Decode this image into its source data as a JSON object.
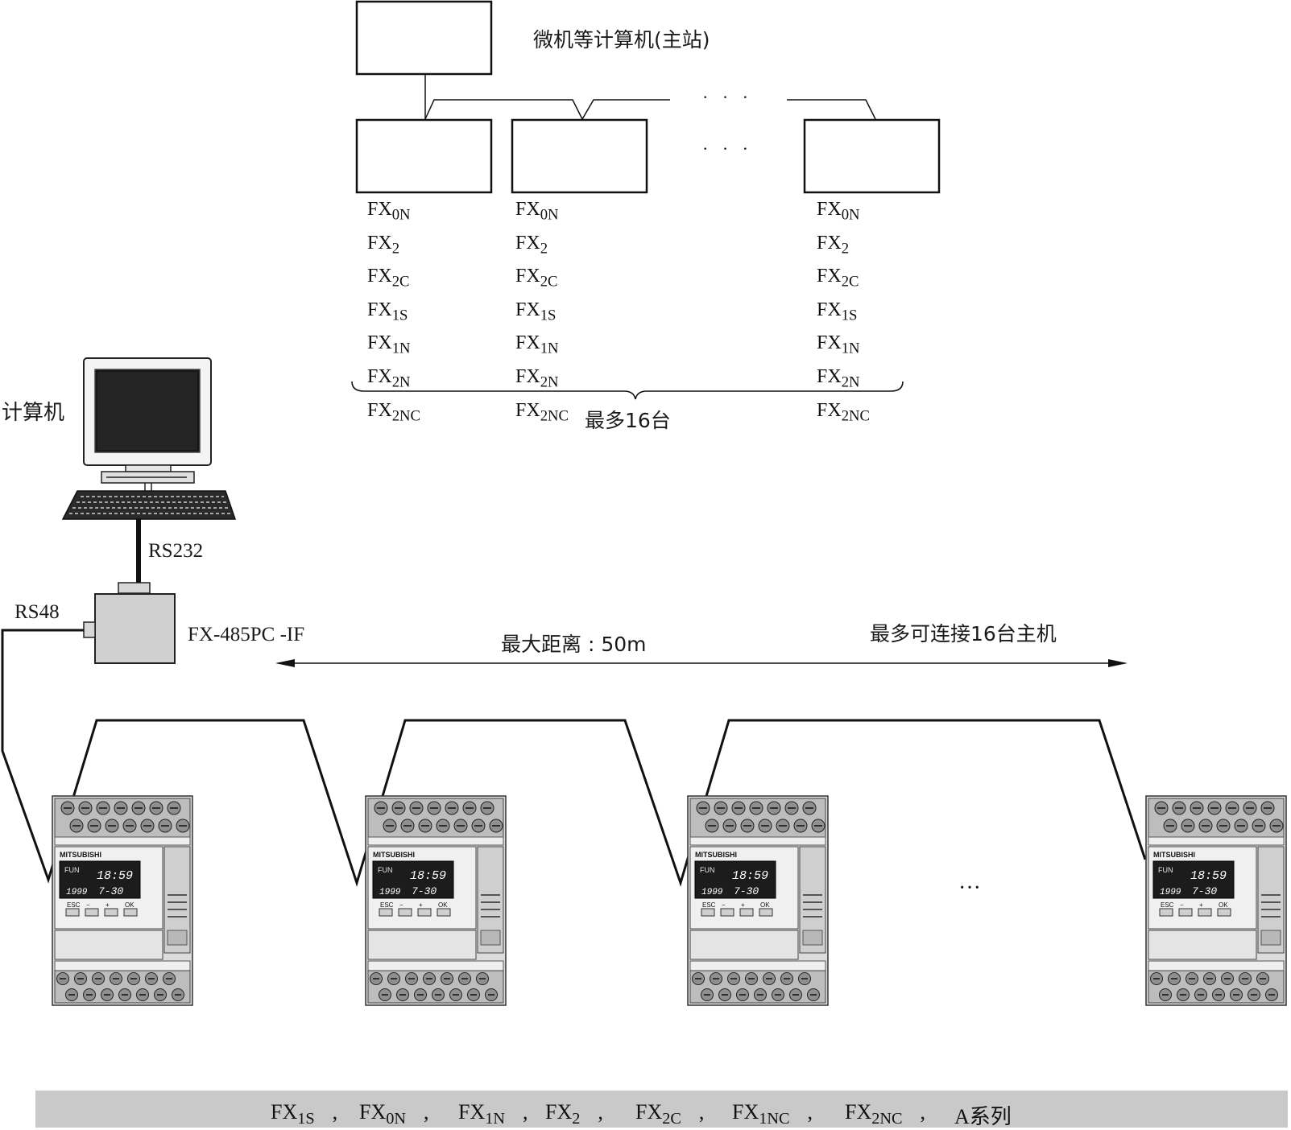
{
  "master": {
    "label": "微机等计算机(主站)"
  },
  "dots_top": "· · ·",
  "dots_mid": "· · ·",
  "slave_models": [
    {
      "base": "FX",
      "sub": "0N"
    },
    {
      "base": "FX",
      "sub": "2"
    },
    {
      "base": "FX",
      "sub": "2C"
    },
    {
      "base": "FX",
      "sub": "1S"
    },
    {
      "base": "FX",
      "sub": "1N"
    },
    {
      "base": "FX",
      "sub": "2N"
    },
    {
      "base": "FX",
      "sub": "2NC"
    }
  ],
  "max_slaves": "最多16台",
  "computer": {
    "label": "计算机"
  },
  "rs232": "RS232",
  "rs48": "RS48",
  "converter": "FX-485PC -IF",
  "max_distance": "最大距离 : 50m",
  "max_hosts": "最多可连接16台主机",
  "plc": {
    "brand": "MITSUBISHI",
    "mode": "FUN",
    "time": "18:59",
    "year": "1999",
    "date": "7-30",
    "buttons": [
      "ESC",
      "−",
      "+",
      "OK"
    ]
  },
  "ellipsis": "···",
  "legend": [
    {
      "base": "FX",
      "sub": "1S",
      "sep": ","
    },
    {
      "base": "FX",
      "sub": "0N",
      "sep": ","
    },
    {
      "base": "FX",
      "sub": "1N",
      "sep": ","
    },
    {
      "base": "FX",
      "sub": "2",
      "sep": ","
    },
    {
      "base": "FX",
      "sub": "2C",
      "sep": ","
    },
    {
      "base": "FX",
      "sub": "1NC",
      "sep": ","
    },
    {
      "base": "FX",
      "sub": "2NC",
      "sep": ","
    },
    {
      "base": "A系列",
      "sub": "",
      "sep": ""
    }
  ]
}
